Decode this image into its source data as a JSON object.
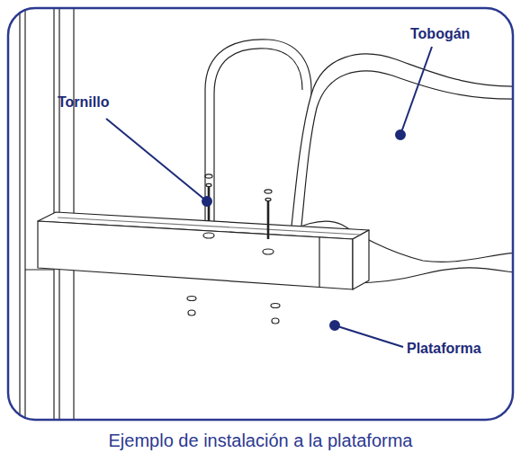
{
  "diagram": {
    "caption": "Ejemplo de instalación a la plataforma",
    "labels": [
      "Tornillo",
      "Tobogán",
      "Plataforma"
    ]
  }
}
